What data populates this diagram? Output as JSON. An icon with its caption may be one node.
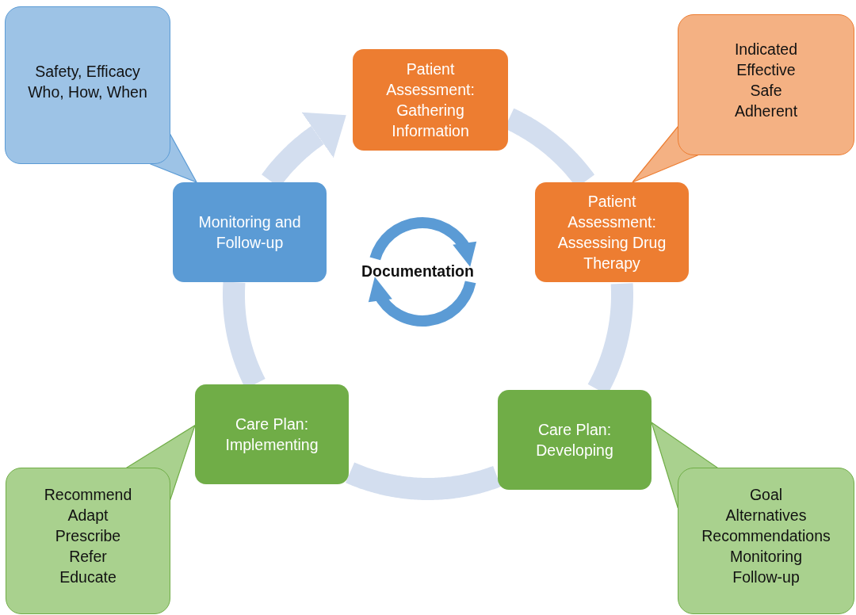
{
  "diagram": {
    "nodes": [
      {
        "text": [
          "Patient Assessment: Gathering Information"
        ]
      },
      {
        "text": [
          "Patient Assessment: Assessing Drug Therapy"
        ]
      },
      {
        "text": [
          "Care Plan: Developing"
        ]
      },
      {
        "text": [
          "Care Plan: Implementing"
        ]
      },
      {
        "text": [
          "Monitoring and Follow-up"
        ]
      },
      {
        "text": [
          "Safety, Efficacy",
          "Who, How, When"
        ]
      },
      {
        "text": [
          "Indicated",
          "Effective",
          "Safe",
          "Adherent"
        ]
      },
      {
        "text": [
          "Recommend",
          "Adapt",
          "Prescribe",
          "Refer",
          "Educate"
        ]
      },
      {
        "text": [
          "Goal",
          "Alternatives",
          "Recommendations",
          "Monitoring",
          "Follow-up"
        ]
      }
    ],
    "edges": [
      {
        "from": 4,
        "to": 0,
        "arrow": "to"
      },
      {
        "from": 0,
        "to": 1,
        "arrow": "none"
      },
      {
        "from": 1,
        "to": 2,
        "arrow": "none"
      },
      {
        "from": 2,
        "to": 3,
        "arrow": "none"
      },
      {
        "from": 3,
        "to": 4,
        "arrow": "none"
      },
      {
        "from": 5,
        "to": 4,
        "arrow": "both"
      },
      {
        "from": 6,
        "to": 1,
        "arrow": "both"
      },
      {
        "from": 7,
        "to": 3,
        "arrow": "both"
      },
      {
        "from": 8,
        "to": 2,
        "arrow": "both"
      }
    ],
    "labels": [
      "Documentation"
    ]
  }
}
